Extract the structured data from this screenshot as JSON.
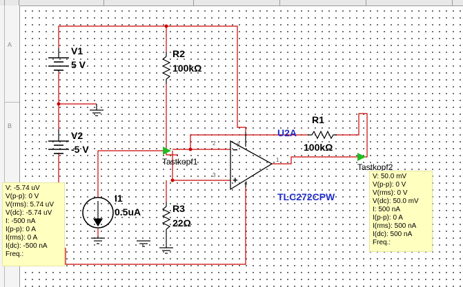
{
  "ruler": {
    "rows": [
      "A",
      "B"
    ]
  },
  "components": {
    "v1": {
      "name": "V1",
      "value": "5 V"
    },
    "v2": {
      "name": "V2",
      "value": "-5 V"
    },
    "r2": {
      "name": "R2",
      "value": "100kΩ"
    },
    "r1": {
      "name": "R1",
      "value": "100kΩ"
    },
    "r3": {
      "name": "R3",
      "value": "22Ω"
    },
    "i1": {
      "name": "I1",
      "value": "0.5uA"
    },
    "u2a": {
      "name": "U2A",
      "part": "TLC272CPW",
      "pins": [
        "8",
        "2",
        "3",
        "1",
        "4"
      ],
      "minus": "−",
      "plus": "+"
    }
  },
  "probes": {
    "tastkopf1": {
      "name": "Tastkopf1",
      "lines": [
        "V: -5.74 uV",
        "V(p-p): 0 V",
        "V(rms): 5.74 uV",
        "V(dc): -5.74 uV",
        "I: -500 nA",
        "I(p-p): 0 A",
        "I(rms): 0 A",
        "I(dc): -500 nA",
        "Freq.:"
      ]
    },
    "tastkopf2": {
      "name": "Tastkopf2",
      "lines": [
        "V: 50.0 mV",
        "V(p-p): 0 V",
        "V(rms): 0 V",
        "V(dc): 50.0 mV",
        "I: 500 nA",
        "I(p-p): 0 A",
        "I(rms): 500 nA",
        "I(dc): 500 nA",
        "Freq.:"
      ]
    }
  },
  "colors": {
    "wire": "#cc0000",
    "component": "#000000",
    "probe": "#22bb22",
    "label_blue": "#1f2ccc",
    "readout_bg": "#ffffc0"
  }
}
